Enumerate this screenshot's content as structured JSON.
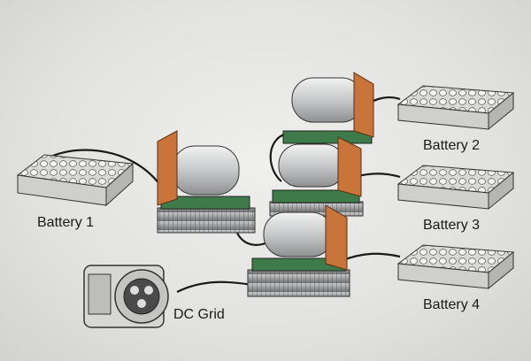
{
  "labels": {
    "battery1": "Battery 1",
    "battery2": "Battery 2",
    "battery3": "Battery 3",
    "battery4": "Battery 4",
    "dc_grid": "DC Grid"
  },
  "colors": {
    "background": "#e4e4e2",
    "cable": "#1a1a1a",
    "pcb": "#3f7a4a",
    "copper": "#c8743a",
    "capacitor": "#c9cbcc",
    "heatsink": "#9a9c9e"
  }
}
